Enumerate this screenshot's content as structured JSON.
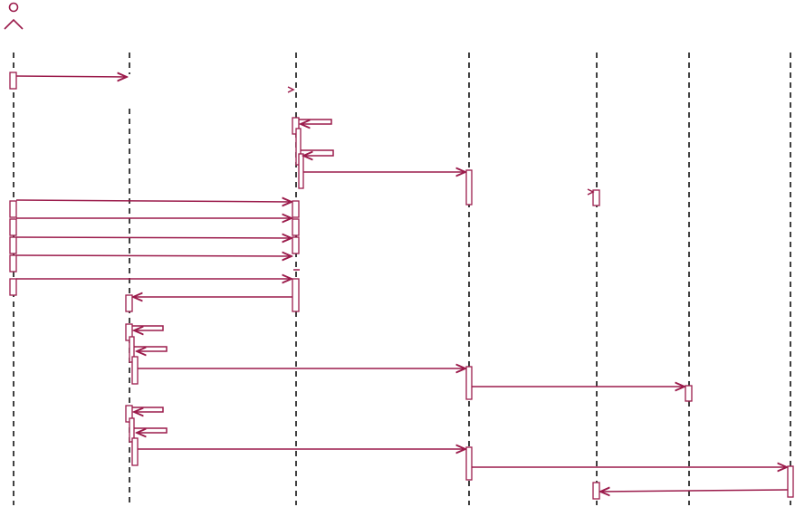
{
  "diagram": {
    "type": "sequence",
    "stroke_color": "#9b1b4b",
    "lifeline_color": "#000000",
    "background": "#ffffff",
    "actor_icon": "stick-figure-icon",
    "lifelines": [
      {
        "id": "L1",
        "label": ""
      },
      {
        "id": "L2",
        "label": ""
      },
      {
        "id": "L3",
        "label": ""
      },
      {
        "id": "L4",
        "label": ""
      },
      {
        "id": "L5",
        "label": ""
      },
      {
        "id": "L6",
        "label": ""
      },
      {
        "id": "L7",
        "label": ""
      }
    ]
  }
}
